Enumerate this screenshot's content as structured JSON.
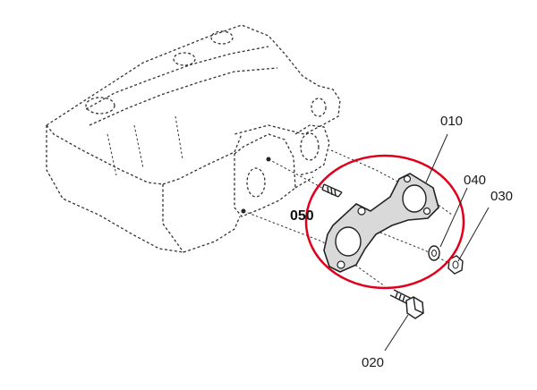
{
  "labels": {
    "p010": "010",
    "p020": "020",
    "p030": "030",
    "p040": "040",
    "p050": "050"
  },
  "colors": {
    "highlight": "#e0001b",
    "line": "#222222",
    "gasket_fill": "#d9d9d9"
  },
  "icons": {
    "engine_head": "cylinder-head-outline",
    "gasket": "flange-gasket",
    "bolt": "hex-bolt",
    "nut": "hex-nut",
    "washer": "washer",
    "stud": "threaded-stud"
  }
}
